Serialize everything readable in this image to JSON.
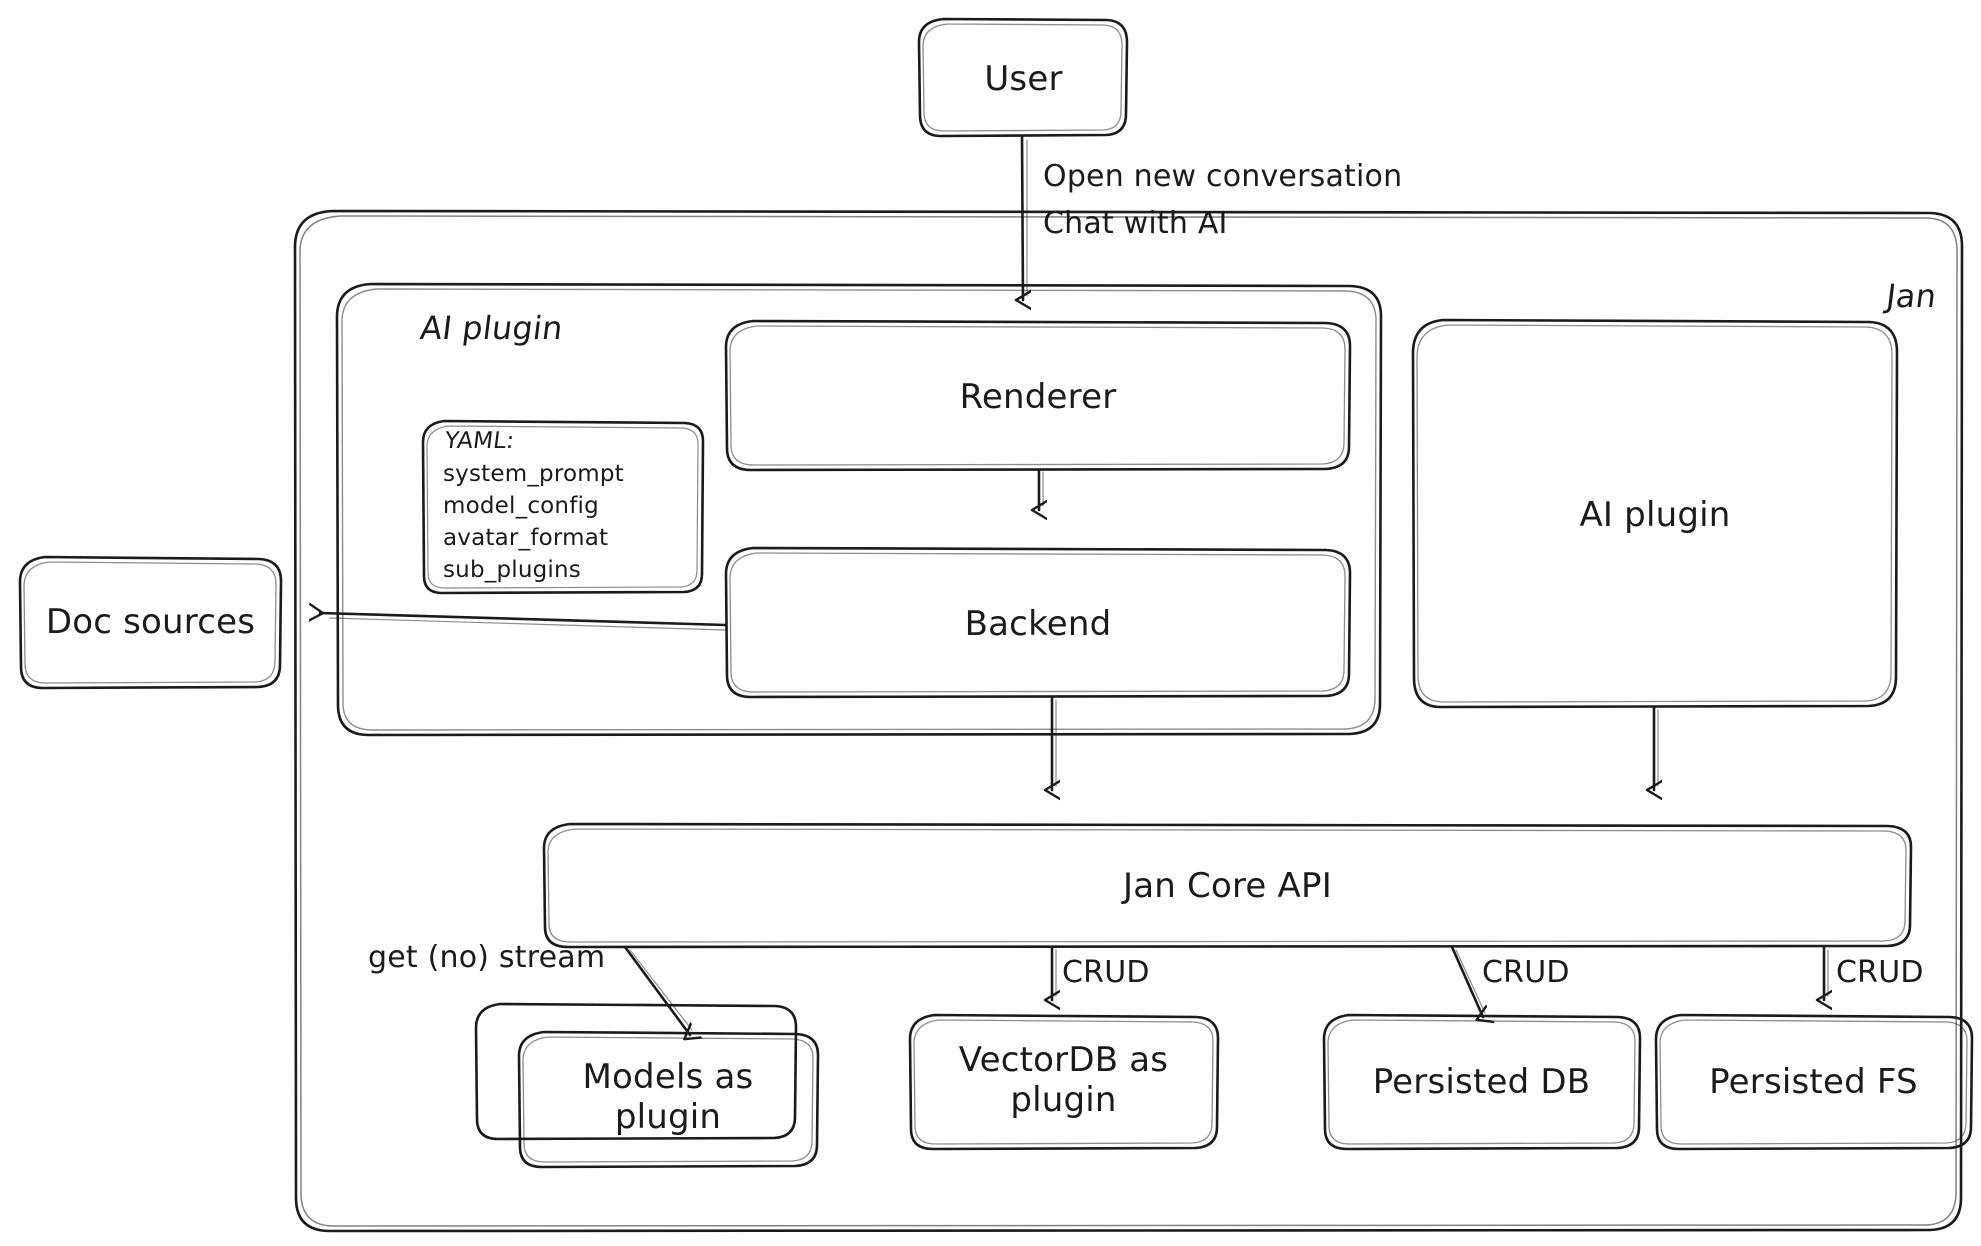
{
  "diagram": {
    "title": "Jan architecture diagram",
    "style": "hand-drawn sketch",
    "stroke_color": "#1b1b1f",
    "background_color": "#ffffff"
  },
  "containers": {
    "jan": {
      "label": "Jan"
    },
    "ai_plugin_group": {
      "label": "AI plugin"
    }
  },
  "nodes": {
    "user": {
      "label": "User"
    },
    "renderer": {
      "label": "Renderer"
    },
    "backend": {
      "label": "Backend"
    },
    "ai_plugin": {
      "label": "AI plugin"
    },
    "jan_core_api": {
      "label": "Jan Core API"
    },
    "doc_sources": {
      "label": "Doc sources"
    },
    "models_as_plugin": {
      "label": "Models as\nplugin"
    },
    "vectordb_as_plugin": {
      "label": "VectorDB as\nplugin"
    },
    "persisted_db": {
      "label": "Persisted DB"
    },
    "persisted_fs": {
      "label": "Persisted FS"
    }
  },
  "yaml_card": {
    "title": "YAML:",
    "lines": [
      "system_prompt",
      "model_config",
      "avatar_format",
      "sub_plugins"
    ]
  },
  "edge_labels": {
    "user_to_renderer_line1": "Open new conversation",
    "user_to_renderer_line2": "Chat with AI",
    "core_to_models": "get (no) stream",
    "core_to_vectordb": "CRUD",
    "core_to_persisted_db": "CRUD",
    "core_to_persisted_fs": "CRUD"
  }
}
